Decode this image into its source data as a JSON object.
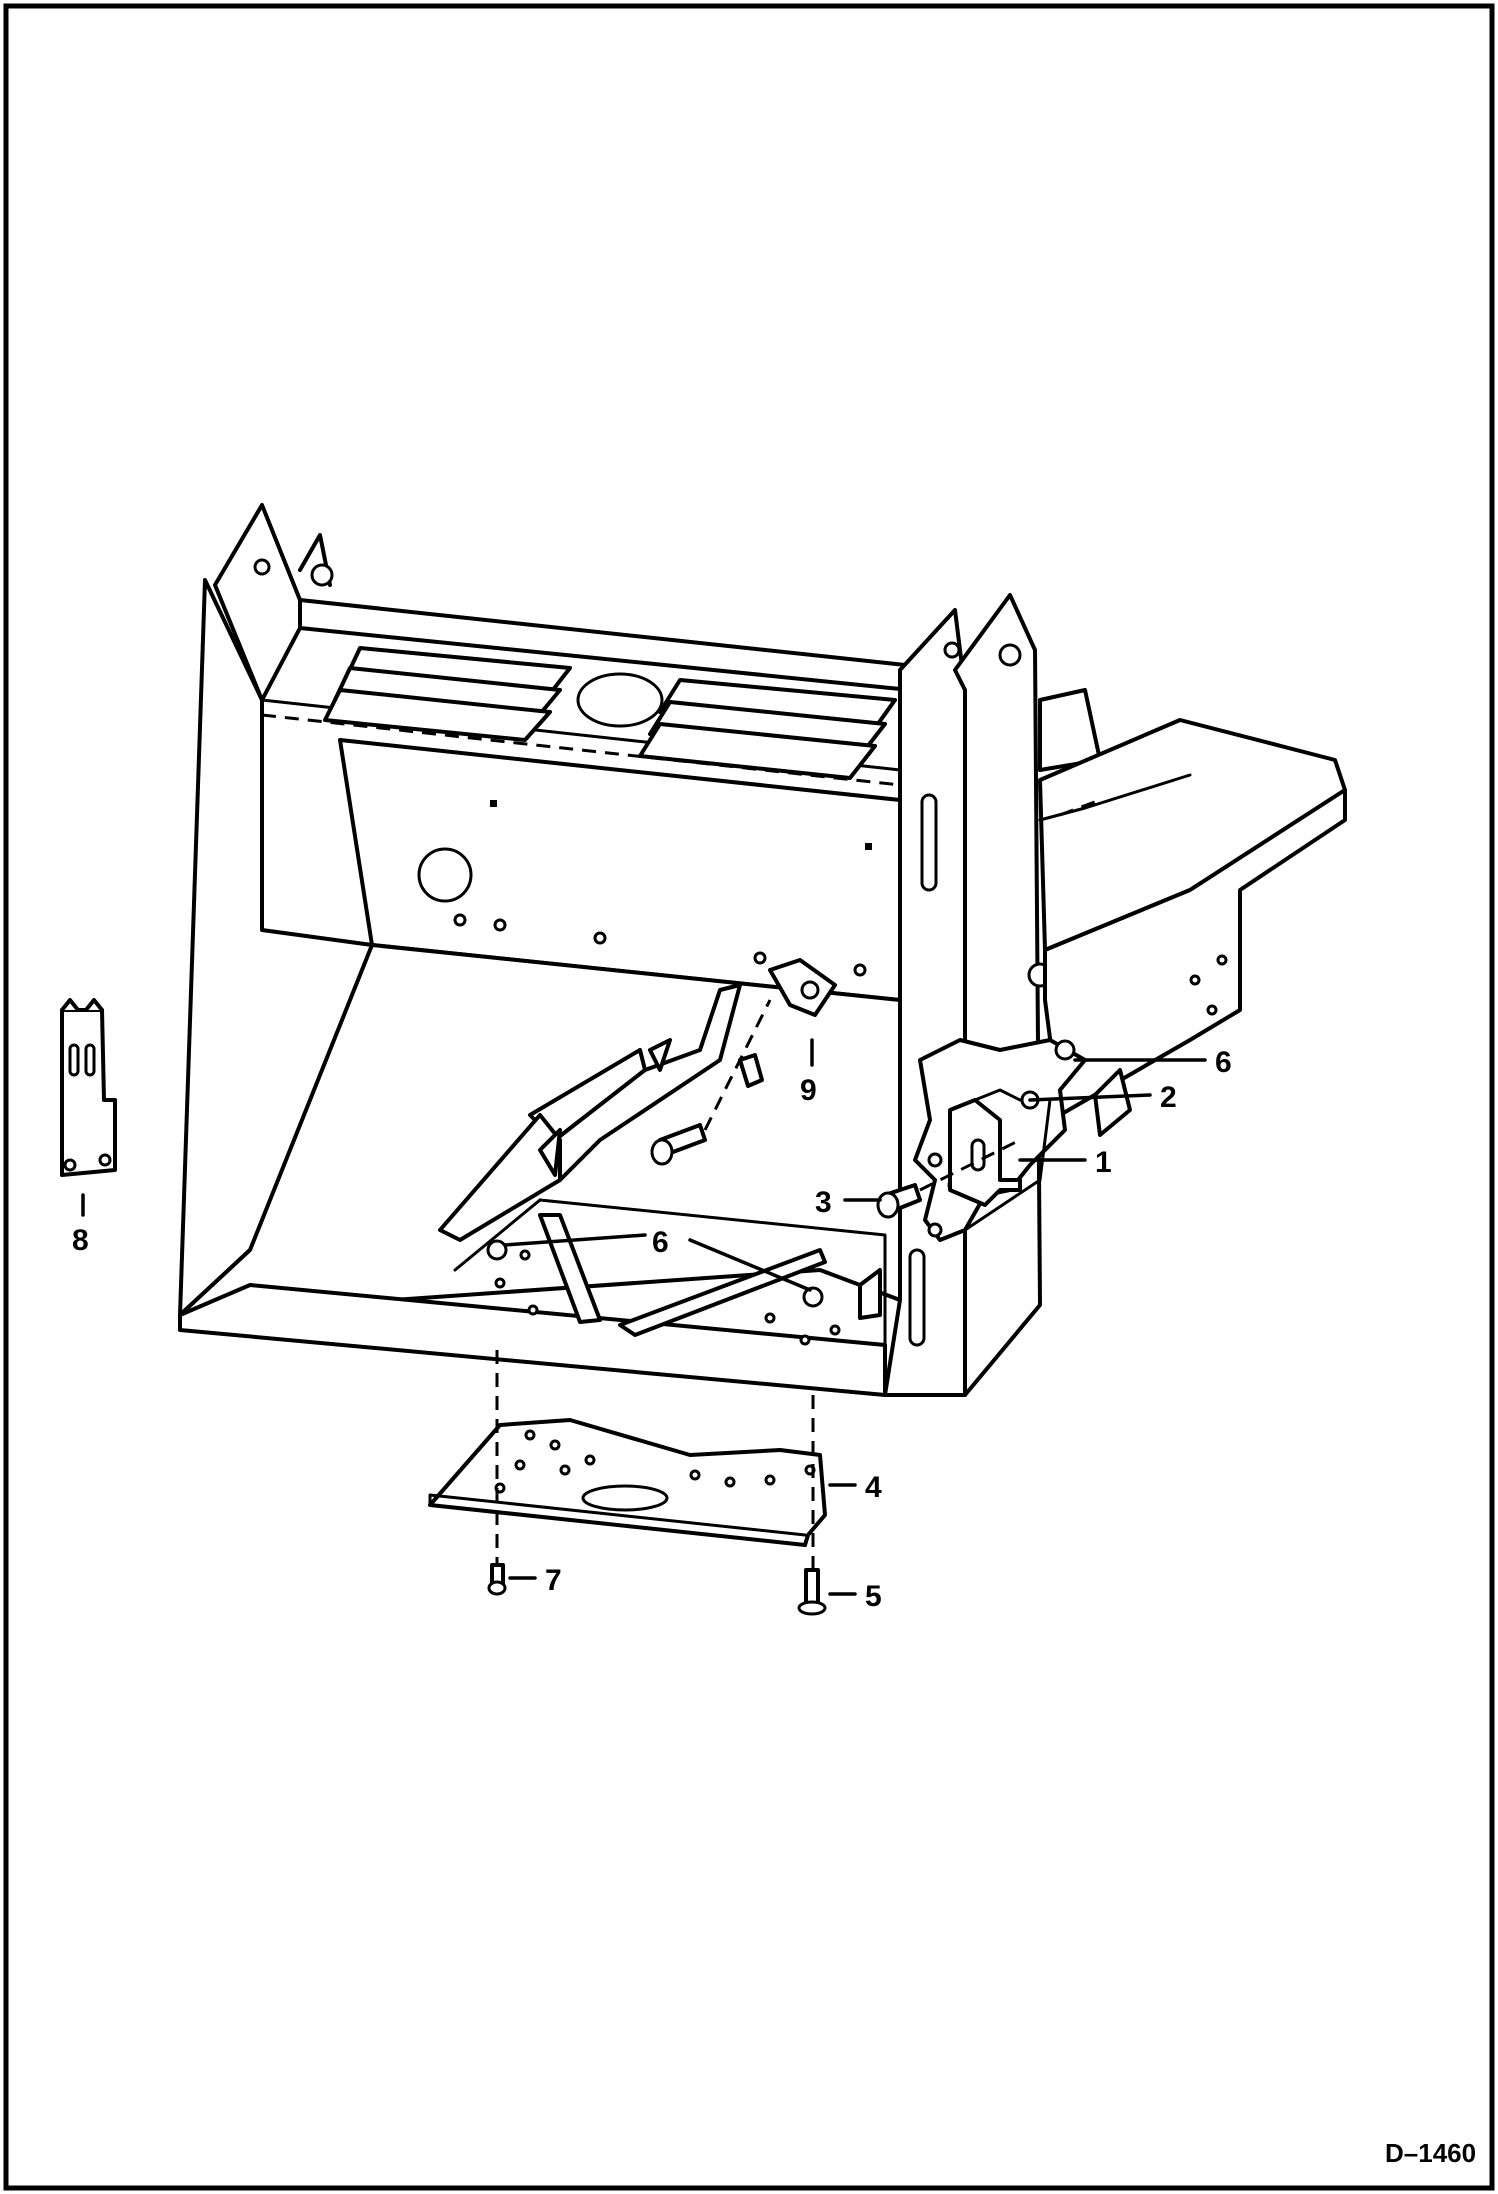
{
  "diagram": {
    "reference": "D–1460",
    "callouts": [
      {
        "id": "c1",
        "label": "1"
      },
      {
        "id": "c2",
        "label": "2"
      },
      {
        "id": "c3",
        "label": "3"
      },
      {
        "id": "c4",
        "label": "4"
      },
      {
        "id": "c5",
        "label": "5"
      },
      {
        "id": "c6a",
        "label": "6"
      },
      {
        "id": "c6b",
        "label": "6"
      },
      {
        "id": "c7",
        "label": "7"
      },
      {
        "id": "c8",
        "label": "8"
      },
      {
        "id": "c9",
        "label": "9"
      }
    ]
  }
}
